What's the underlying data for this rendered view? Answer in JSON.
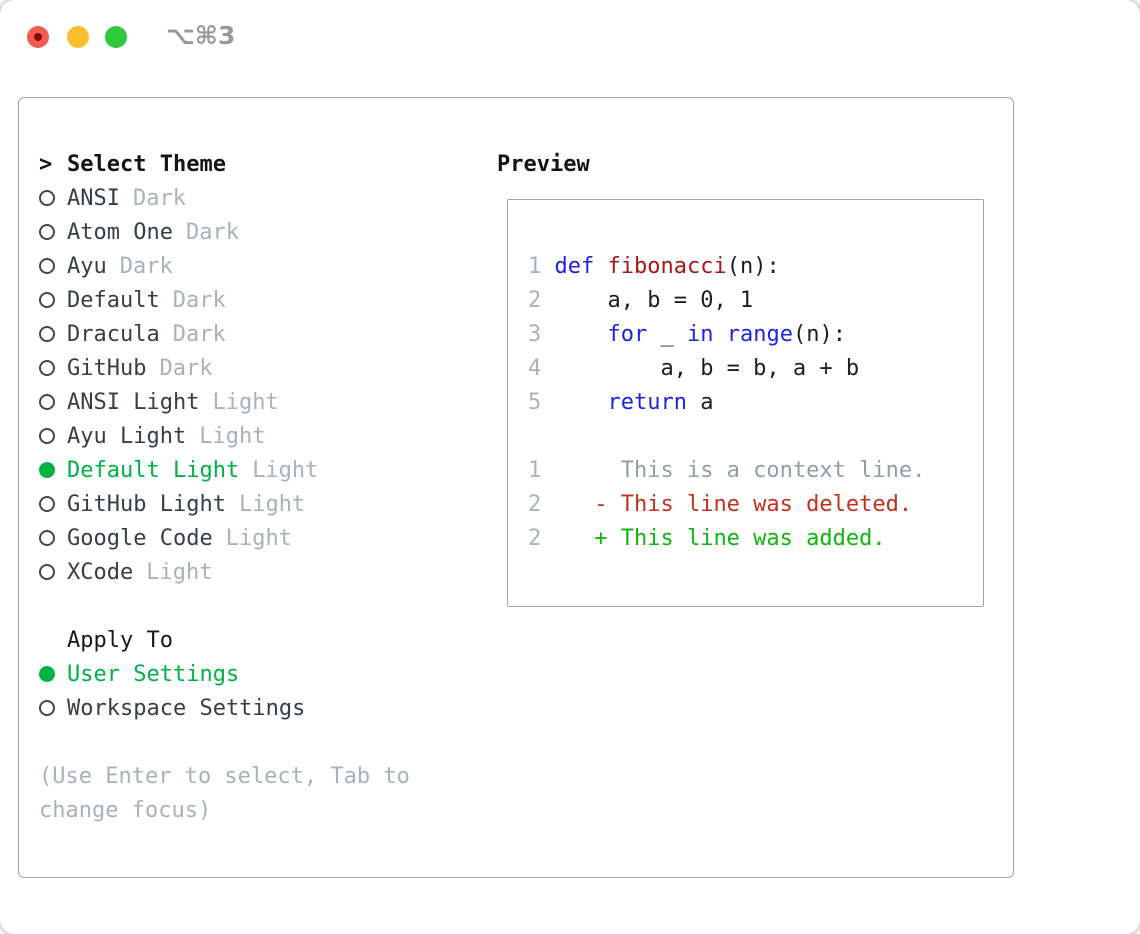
{
  "titlebar": {
    "shortcut": "⌥⌘3",
    "traffic_lights": [
      "close",
      "minimize",
      "zoom"
    ]
  },
  "colors": {
    "accent_green": "#00b244",
    "diff_added_green": "#12b40f",
    "diff_deleted_red": "#c2311c",
    "keyword_blue": "#1d23e8",
    "function_red": "#a81815",
    "muted_gray": "#a9b2bc",
    "context_gray": "#949ea8",
    "text_dark": "#383e46",
    "heading_black": "#111517",
    "border_gray": "#9ca5af",
    "traffic_red": "#f45c51",
    "traffic_yellow": "#fdbd2f",
    "traffic_green": "#2ec93c"
  },
  "theme_picker": {
    "cursor": ">",
    "header": "Select Theme",
    "items": [
      {
        "name": "ANSI",
        "variant": "Dark",
        "selected": false
      },
      {
        "name": "Atom One",
        "variant": "Dark",
        "selected": false
      },
      {
        "name": "Ayu",
        "variant": "Dark",
        "selected": false
      },
      {
        "name": "Default",
        "variant": "Dark",
        "selected": false
      },
      {
        "name": "Dracula",
        "variant": "Dark",
        "selected": false
      },
      {
        "name": "GitHub",
        "variant": "Dark",
        "selected": false
      },
      {
        "name": "ANSI Light",
        "variant": "Light",
        "selected": false
      },
      {
        "name": "Ayu Light",
        "variant": "Light",
        "selected": false
      },
      {
        "name": "Default Light",
        "variant": "Light",
        "selected": true
      },
      {
        "name": "GitHub Light",
        "variant": "Light",
        "selected": false
      },
      {
        "name": "Google Code",
        "variant": "Light",
        "selected": false
      },
      {
        "name": "XCode",
        "variant": "Light",
        "selected": false
      }
    ]
  },
  "apply_to": {
    "header": "Apply To",
    "options": [
      {
        "label": "User Settings",
        "selected": true
      },
      {
        "label": "Workspace Settings",
        "selected": false
      }
    ]
  },
  "help": {
    "line1": "(Use Enter to select, Tab to",
    "line2": "change focus)"
  },
  "preview": {
    "title": "Preview",
    "lines": [
      {
        "tokens": [
          {
            "c": "num",
            "t": "1 "
          },
          {
            "c": "kw",
            "t": "def"
          },
          {
            "c": "plain",
            "t": " "
          },
          {
            "c": "fn",
            "t": "fibonacci"
          },
          {
            "c": "plain",
            "t": "(n):"
          }
        ]
      },
      {
        "tokens": [
          {
            "c": "num",
            "t": "2 "
          },
          {
            "c": "plain",
            "t": "    a, b = 0, 1"
          }
        ]
      },
      {
        "tokens": [
          {
            "c": "num",
            "t": "3 "
          },
          {
            "c": "plain",
            "t": "    "
          },
          {
            "c": "kw",
            "t": "for"
          },
          {
            "c": "plain",
            "t": " _ "
          },
          {
            "c": "kw",
            "t": "in"
          },
          {
            "c": "plain",
            "t": " "
          },
          {
            "c": "kw",
            "t": "range"
          },
          {
            "c": "plain",
            "t": "(n):"
          }
        ]
      },
      {
        "tokens": [
          {
            "c": "num",
            "t": "4 "
          },
          {
            "c": "plain",
            "t": "        a, b = b, a + b"
          }
        ]
      },
      {
        "tokens": [
          {
            "c": "num",
            "t": "5 "
          },
          {
            "c": "plain",
            "t": "    "
          },
          {
            "c": "kw",
            "t": "return"
          },
          {
            "c": "plain",
            "t": " a"
          }
        ]
      },
      {
        "tokens": []
      },
      {
        "tokens": [
          {
            "c": "num",
            "t": "1 "
          },
          {
            "c": "ctx",
            "t": "     This is a context line."
          }
        ]
      },
      {
        "tokens": [
          {
            "c": "num",
            "t": "2 "
          },
          {
            "c": "del",
            "t": "   - This line was deleted."
          }
        ]
      },
      {
        "tokens": [
          {
            "c": "num",
            "t": "2 "
          },
          {
            "c": "add",
            "t": "   + This line was added."
          }
        ]
      }
    ]
  }
}
